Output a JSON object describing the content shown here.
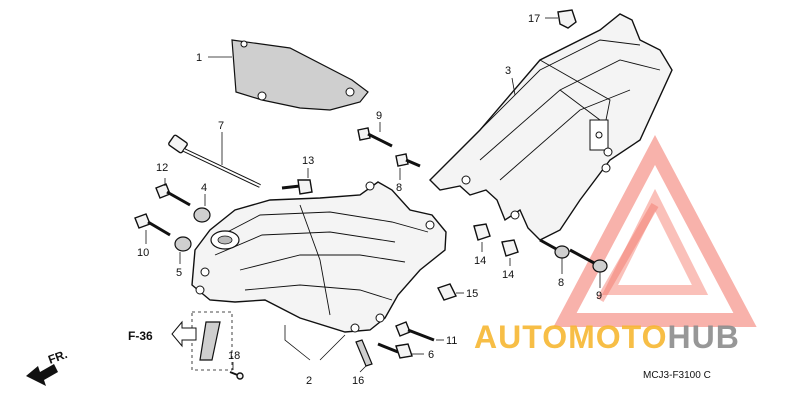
{
  "callouts": {
    "c1": "1",
    "c2": "2",
    "c3": "3",
    "c4": "4",
    "c5": "5",
    "c6": "6",
    "c7": "7",
    "c8a": "8",
    "c8b": "8",
    "c9a": "9",
    "c9b": "9",
    "c10": "10",
    "c11": "11",
    "c12": "12",
    "c13": "13",
    "c14a": "14",
    "c14b": "14",
    "c15": "15",
    "c16": "16",
    "c17": "17",
    "c18": "18"
  },
  "reference": "F-36",
  "direction": "FR.",
  "diagram_code": "MCJ3-F3100 C",
  "watermark": {
    "word_orange": "AUTOMOTO",
    "word_gray": "HUB",
    "color_red": "#f15a4a",
    "color_orange": "#f7b733",
    "color_gray": "#8c8c8c"
  }
}
